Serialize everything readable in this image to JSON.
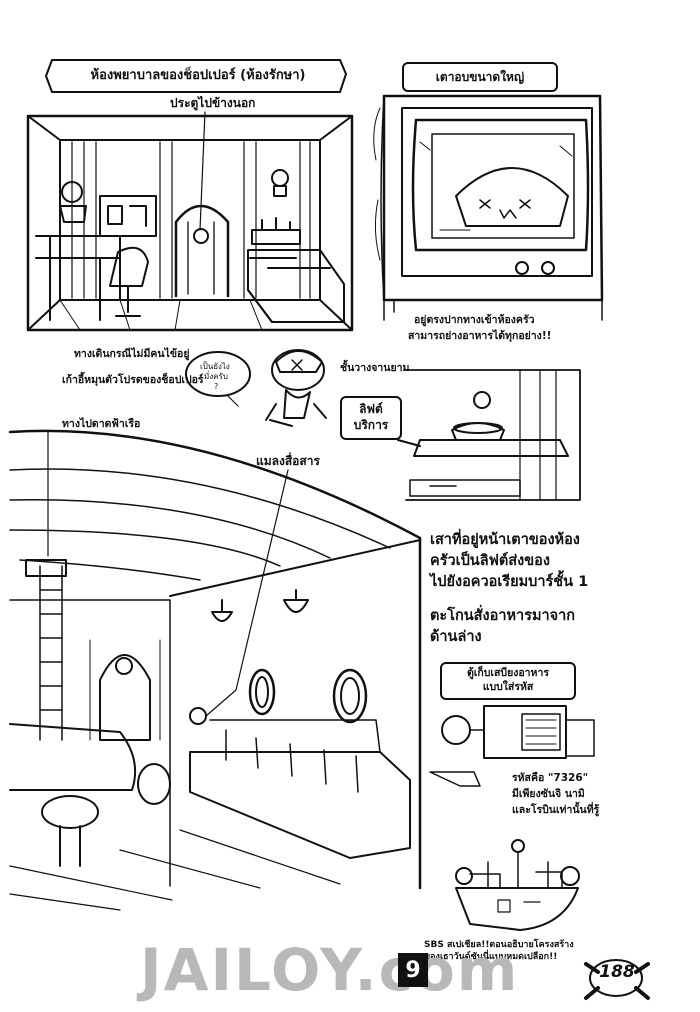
{
  "sickbay": {
    "title": "ห้องพยาบาลของช็อปเปอร์ (ห้องรักษา)",
    "door_label": "ประตูไปข้างนอก",
    "note_line1": "ทางเดินกรณีไม่มีคนไข้อยู่",
    "note_line2": "เก้าอี้หมุนตัวโปรดของช็อปเปอร์",
    "shelf_label": "ชั้นวางจานยาม"
  },
  "oven": {
    "title": "เตาอบขนาดใหญ่",
    "caption_line1": "อยู่ตรงปากทางเข้าห้องครัว",
    "caption_line2": "สามารถย่างอาหารได้ทุกอย่าง!!"
  },
  "chopper_bubble": [
    "เป็นยังไง",
    "มั่งครับ",
    "?"
  ],
  "lift": {
    "label_line1": "ลิฟต์",
    "label_line2": "บริการ",
    "desc": [
      "เสาที่อยู่หน้าเตาของห้อง",
      "ครัวเป็นลิฟต์ส่งของ",
      "ไปยังอควอเรียมบาร์ชั้น 1"
    ],
    "order": [
      "ตะโกนสั่งอาหารมาจาก",
      "ด้านล่าง"
    ]
  },
  "galley": {
    "deck_path_label": "ทางไปดาดฟ้าเรือ",
    "snail_label": "แมลงสื่อสาร"
  },
  "fridge": {
    "title_line1": "ตู้เก็บเสบียงอาหาร",
    "title_line2": "แบบใส่รหัส",
    "code_line1": "รหัสคือ \"7326\"",
    "code_line2": "มีเพียงซันจิ นามิ",
    "code_line3": "และโรบินเท่านั้นที่รู้"
  },
  "footer": {
    "sbs_line1": "SBS สเปเชียล!!ตอนอธิบายโครงสร้าง",
    "sbs_line2": "ของเธาวันด์ซันนี่แบบหมดเปลือก!!",
    "watermark": "JAILOY.com",
    "chapter_badge": "9",
    "page_number": "188"
  }
}
